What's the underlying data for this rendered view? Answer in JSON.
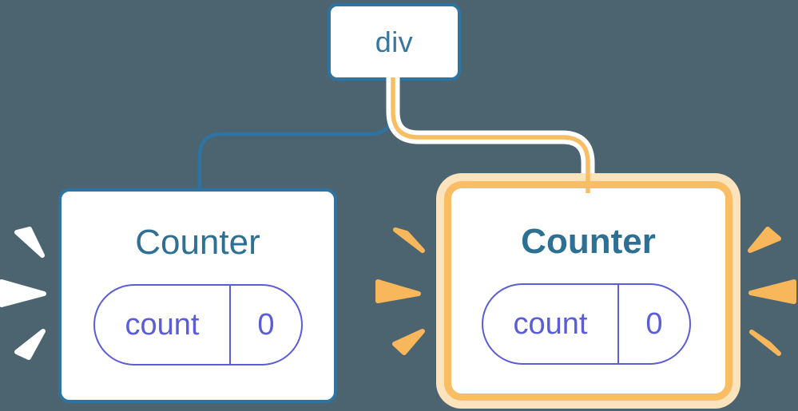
{
  "diagram": {
    "description": "React component tree: div root with two Counter children; right Counter highlighted with preserved state",
    "root": {
      "label": "div"
    },
    "left_counter": {
      "title": "Counter",
      "state_name": "count",
      "state_value": "0",
      "highlighted": false
    },
    "right_counter": {
      "title": "Counter",
      "state_name": "count",
      "state_value": "0",
      "highlighted": true
    },
    "colors": {
      "background": "#4C6470",
      "node_border_blue": "#2E74A2",
      "node_text_blue": "#35779E",
      "title_teal": "#2D7094",
      "pill_purple": "#5A5CD8",
      "highlight_orange": "#F9BE63",
      "highlight_halo": "#FBE3BE",
      "spark_orange": "#F8B75A",
      "spark_white": "#FFFFFF",
      "card_fill": "#FFFFFF"
    }
  }
}
